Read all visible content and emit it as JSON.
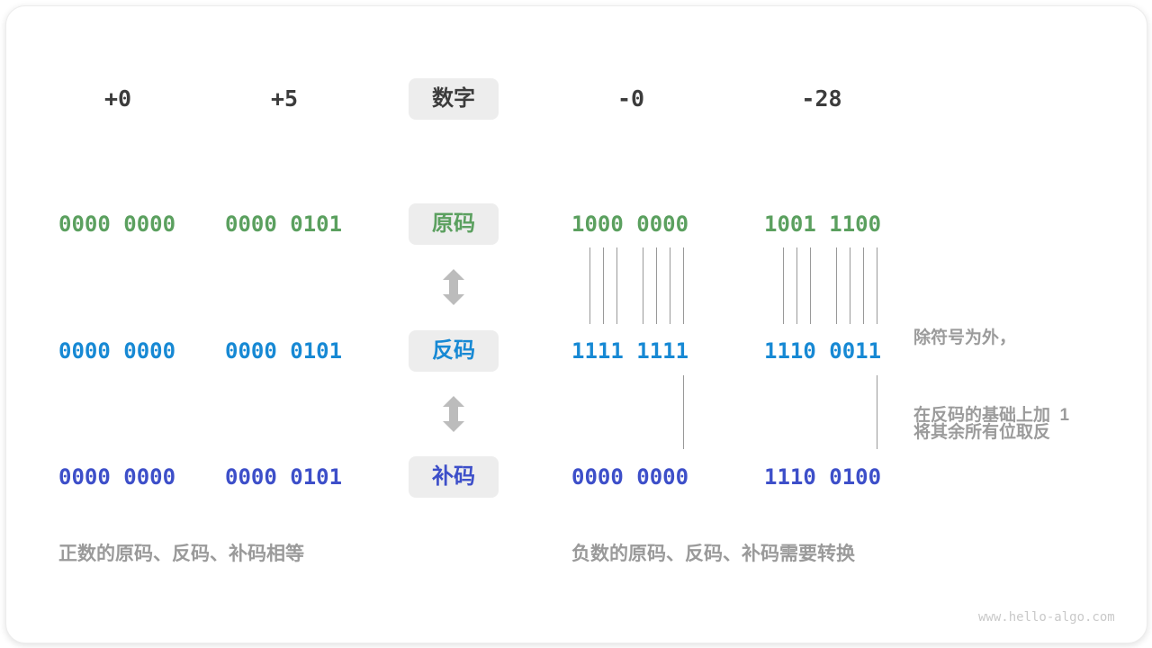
{
  "figure": {
    "header": {
      "values": [
        "+0",
        "+5",
        "-0",
        "-28"
      ],
      "label": "数字"
    },
    "rows": [
      {
        "label": "原码",
        "color": "#5ba05f",
        "values": [
          "0000 0000",
          "0000 0101",
          "1000 0000",
          "1001 1100"
        ]
      },
      {
        "label": "反码",
        "color": "#1789d4",
        "values": [
          "0000 0000",
          "0000 0101",
          "1111 1111",
          "1110 0011"
        ]
      },
      {
        "label": "补码",
        "color": "#3d4fc9",
        "values": [
          "0000 0000",
          "0000 0101",
          "0000 0000",
          "1110 0100"
        ]
      }
    ],
    "annotations": {
      "invert_line1": "除符号为外，",
      "invert_line2": "将其余所有位取反",
      "add_one": "在反码的基础上加  1"
    },
    "captions": {
      "positive": "正数的原码、反码、补码相等",
      "negative": "负数的原码、反码、补码需要转换"
    },
    "watermark": "www.hello-algo.com",
    "colors": {
      "sign_magnitude_green": "#5ba05f",
      "ones_complement_blue": "#1789d4",
      "twos_complement_indigo": "#3d4fc9",
      "label_chip_background": "#ededed",
      "header_text": "#3c3c3c",
      "annotation_gray": "#9b9b9b",
      "connector_line_gray": "#999999",
      "arrow_gray": "#bcbcbc"
    }
  }
}
